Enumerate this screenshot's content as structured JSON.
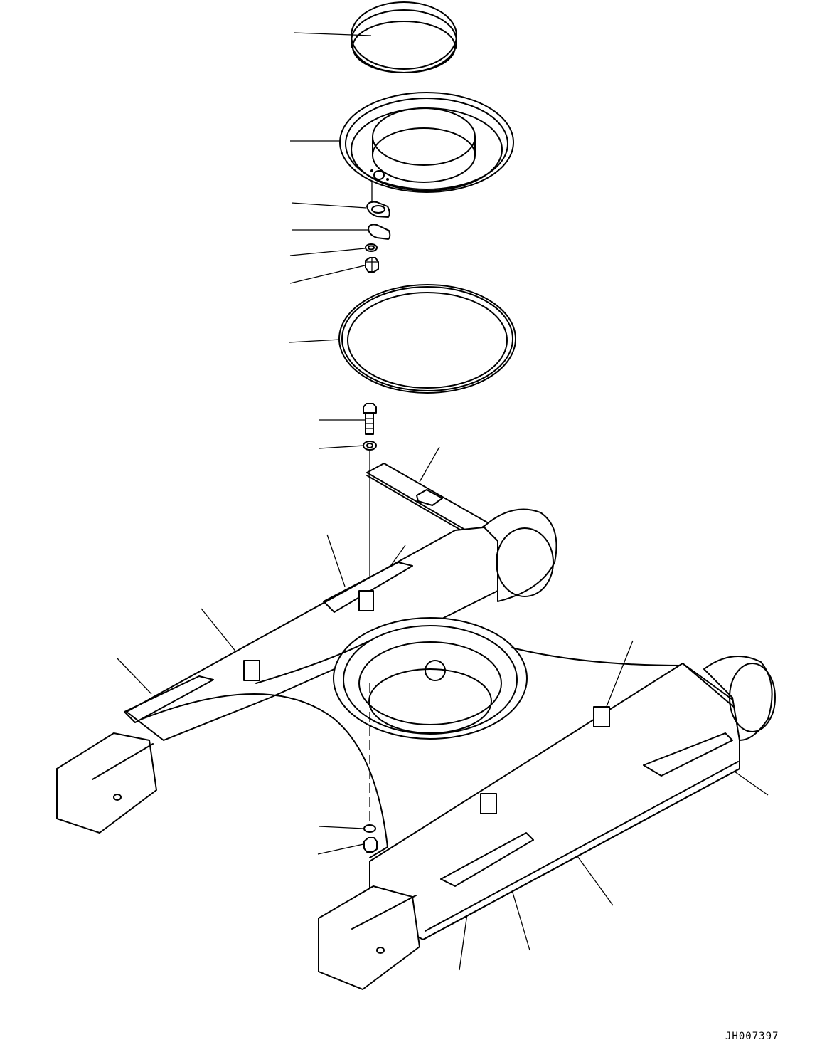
{
  "figure": {
    "id": "JH007397",
    "title": "Track frame with swing circle parts (exploded view)"
  },
  "parts": [
    {
      "name": "seal-ring",
      "leader": [
        [
          413,
          46
        ],
        [
          522,
          50
        ]
      ]
    },
    {
      "name": "cover-plate-ring",
      "leader": [
        [
          408,
          198
        ],
        [
          478,
          198
        ]
      ]
    },
    {
      "name": "gasket",
      "leader": [
        [
          410,
          285
        ],
        [
          515,
          292
        ]
      ]
    },
    {
      "name": "cover",
      "leader": [
        [
          410,
          323
        ],
        [
          518,
          323
        ]
      ]
    },
    {
      "name": "washer",
      "leader": [
        [
          408,
          359
        ],
        [
          513,
          349
        ]
      ]
    },
    {
      "name": "nut",
      "leader": [
        [
          408,
          398
        ],
        [
          513,
          373
        ]
      ]
    },
    {
      "name": "o-ring",
      "leader": [
        [
          407,
          481
        ],
        [
          478,
          477
        ]
      ]
    },
    {
      "name": "bolt",
      "leader": [
        [
          449,
          590
        ],
        [
          513,
          590
        ]
      ]
    },
    {
      "name": "bolt-washer",
      "leader": [
        [
          449,
          630
        ],
        [
          512,
          626
        ]
      ]
    },
    {
      "name": "under-cover",
      "leader": [
        [
          618,
          628
        ],
        [
          590,
          677
        ]
      ]
    },
    {
      "name": "rock-guard-upper",
      "leader": [
        [
          460,
          751
        ],
        [
          485,
          824
        ]
      ]
    },
    {
      "name": "bracket-upper",
      "leader": [
        [
          570,
          766
        ],
        [
          520,
          836
        ]
      ]
    },
    {
      "name": "bracket-left",
      "leader": [
        [
          283,
          855
        ],
        [
          345,
          932
        ]
      ]
    },
    {
      "name": "rock-guard-left",
      "leader": [
        [
          165,
          925
        ],
        [
          213,
          975
        ]
      ]
    },
    {
      "name": "bracket-right",
      "leader": [
        [
          890,
          900
        ],
        [
          852,
          995
        ]
      ]
    },
    {
      "name": "rock-guard-right",
      "leader": [
        [
          1080,
          1117
        ],
        [
          1003,
          1063
        ]
      ]
    },
    {
      "name": "track-frame-washer",
      "leader": [
        [
          449,
          1161
        ],
        [
          511,
          1164
        ]
      ]
    },
    {
      "name": "track-frame-nut",
      "leader": [
        [
          447,
          1200
        ],
        [
          511,
          1186
        ]
      ]
    },
    {
      "name": "track-frame",
      "leader": [
        [
          862,
          1272
        ],
        [
          812,
          1203
        ]
      ]
    },
    {
      "name": "rock-guard-front",
      "leader": [
        [
          745,
          1335
        ],
        [
          713,
          1227
        ]
      ]
    },
    {
      "name": "bracket-front",
      "leader": [
        [
          646,
          1363
        ],
        [
          678,
          1133
        ]
      ]
    }
  ]
}
